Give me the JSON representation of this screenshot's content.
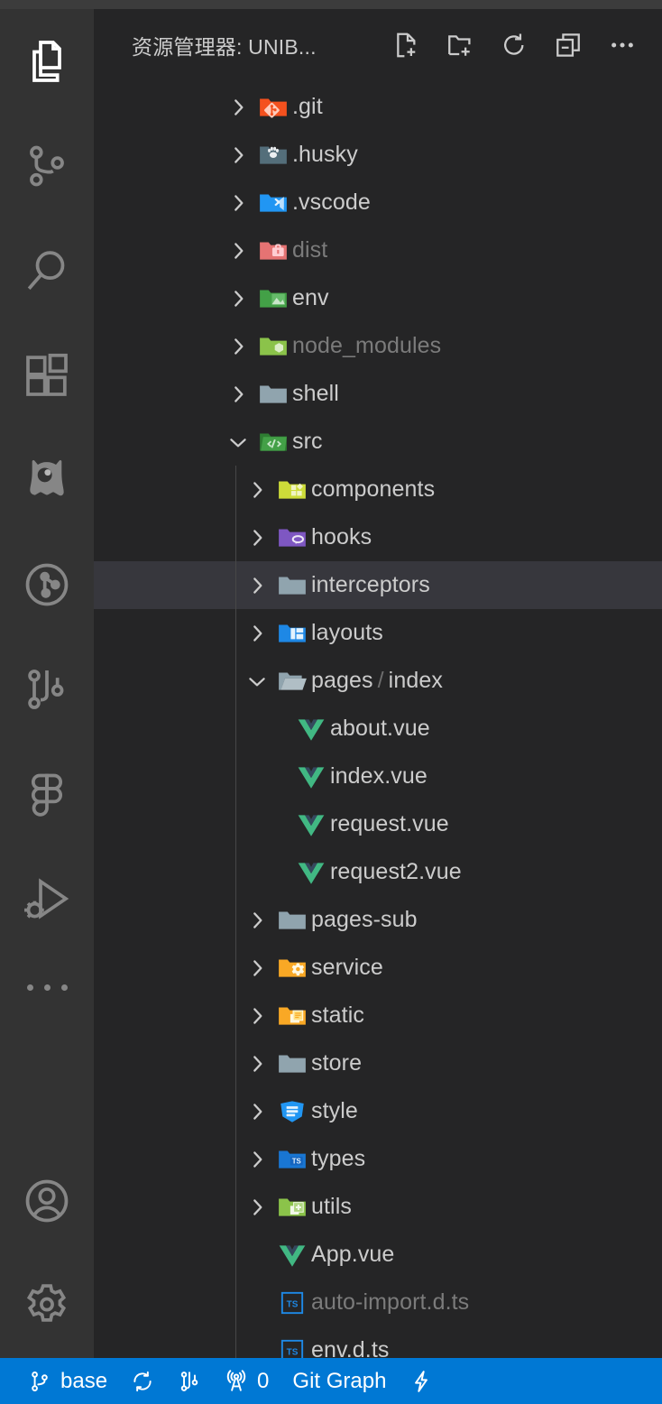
{
  "window": {
    "titlebar_color": "#3c3c3c"
  },
  "theme": {
    "activitybar_bg": "#333333",
    "sidebar_bg": "#252526",
    "selected_row_bg": "#37373d",
    "statusbar_bg": "#0078d4",
    "text": "#cccccc",
    "text_dim": "#7b7b7b",
    "icon_inactive": "#868686",
    "icon_active": "#ffffff"
  },
  "activitybar": {
    "items": [
      {
        "name": "explorer",
        "icon": "files-icon",
        "active": true,
        "label": "资源管理器"
      },
      {
        "name": "source-control",
        "icon": "source-control-icon",
        "active": false,
        "label": "源代码管理"
      },
      {
        "name": "search",
        "icon": "search-icon",
        "active": false,
        "label": "搜索"
      },
      {
        "name": "extensions",
        "icon": "extensions-icon",
        "active": false,
        "label": "扩展"
      },
      {
        "name": "codeium",
        "icon": "ghost-icon",
        "active": false,
        "label": "Codeium"
      },
      {
        "name": "git-graph",
        "icon": "git-network-circle-icon",
        "active": false,
        "label": "Git Graph"
      },
      {
        "name": "git-compare",
        "icon": "git-compare-icon",
        "active": false,
        "label": "Git Compare"
      },
      {
        "name": "figma",
        "icon": "figma-icon",
        "active": false,
        "label": "Figma"
      },
      {
        "name": "run-and-debug",
        "icon": "run-debug-icon",
        "active": false,
        "label": "运行和调试"
      }
    ],
    "more_label": "其他视图",
    "bottom_items": [
      {
        "name": "accounts",
        "icon": "account-icon",
        "label": "账户"
      },
      {
        "name": "settings",
        "icon": "gear-icon",
        "label": "管理"
      }
    ]
  },
  "explorer": {
    "title": "资源管理器: UNIB...",
    "actions": [
      {
        "name": "new-file",
        "icon": "new-file-icon",
        "tooltip": "新建文件"
      },
      {
        "name": "new-folder",
        "icon": "new-folder-icon",
        "tooltip": "新建文件夹"
      },
      {
        "name": "refresh",
        "icon": "refresh-icon",
        "tooltip": "刷新资源管理器"
      },
      {
        "name": "collapse-all",
        "icon": "collapse-all-icon",
        "tooltip": "在资源管理器中折叠文件夹"
      },
      {
        "name": "views-and-more",
        "icon": "ellipsis-icon",
        "tooltip": "视图和更多操作..."
      }
    ]
  },
  "tree": {
    "rows": [
      {
        "name": ".git",
        "type": "folder",
        "icon": "folder-git",
        "depth": 0,
        "twisty": "collapsed",
        "dim": false
      },
      {
        "name": ".husky",
        "type": "folder",
        "icon": "folder-husky",
        "depth": 0,
        "twisty": "collapsed",
        "dim": false
      },
      {
        "name": ".vscode",
        "type": "folder",
        "icon": "folder-vscode",
        "depth": 0,
        "twisty": "collapsed",
        "dim": false
      },
      {
        "name": "dist",
        "type": "folder",
        "icon": "folder-dist",
        "depth": 0,
        "twisty": "collapsed",
        "dim": true
      },
      {
        "name": "env",
        "type": "folder",
        "icon": "folder-env",
        "depth": 0,
        "twisty": "collapsed",
        "dim": false
      },
      {
        "name": "node_modules",
        "type": "folder",
        "icon": "folder-node",
        "depth": 0,
        "twisty": "collapsed",
        "dim": true
      },
      {
        "name": "shell",
        "type": "folder",
        "icon": "folder-plain",
        "depth": 0,
        "twisty": "collapsed",
        "dim": false
      },
      {
        "name": "src",
        "type": "folder",
        "icon": "folder-src",
        "depth": 0,
        "twisty": "expanded",
        "dim": false
      },
      {
        "name": "components",
        "type": "folder",
        "icon": "folder-components",
        "depth": 1,
        "twisty": "collapsed",
        "dim": false
      },
      {
        "name": "hooks",
        "type": "folder",
        "icon": "folder-hooks",
        "depth": 1,
        "twisty": "collapsed",
        "dim": false
      },
      {
        "name": "interceptors",
        "type": "folder",
        "icon": "folder-plain",
        "depth": 1,
        "twisty": "collapsed",
        "dim": false,
        "selected": true
      },
      {
        "name": "layouts",
        "type": "folder",
        "icon": "folder-layouts",
        "depth": 1,
        "twisty": "collapsed",
        "dim": false
      },
      {
        "name": "pages",
        "type": "folder",
        "icon": "folder-open-plain",
        "depth": 1,
        "twisty": "expanded",
        "dim": false,
        "compact_suffix": "index"
      },
      {
        "name": "about.vue",
        "type": "file",
        "icon": "file-vue",
        "depth": 2,
        "twisty": "none",
        "dim": false
      },
      {
        "name": "index.vue",
        "type": "file",
        "icon": "file-vue",
        "depth": 2,
        "twisty": "none",
        "dim": false
      },
      {
        "name": "request.vue",
        "type": "file",
        "icon": "file-vue",
        "depth": 2,
        "twisty": "none",
        "dim": false
      },
      {
        "name": "request2.vue",
        "type": "file",
        "icon": "file-vue",
        "depth": 2,
        "twisty": "none",
        "dim": false
      },
      {
        "name": "pages-sub",
        "type": "folder",
        "icon": "folder-plain",
        "depth": 1,
        "twisty": "collapsed",
        "dim": false
      },
      {
        "name": "service",
        "type": "folder",
        "icon": "folder-service",
        "depth": 1,
        "twisty": "collapsed",
        "dim": false
      },
      {
        "name": "static",
        "type": "folder",
        "icon": "folder-static",
        "depth": 1,
        "twisty": "collapsed",
        "dim": false
      },
      {
        "name": "store",
        "type": "folder",
        "icon": "folder-plain",
        "depth": 1,
        "twisty": "collapsed",
        "dim": false
      },
      {
        "name": "style",
        "type": "folder",
        "icon": "folder-style",
        "depth": 1,
        "twisty": "collapsed",
        "dim": false
      },
      {
        "name": "types",
        "type": "folder",
        "icon": "folder-types",
        "depth": 1,
        "twisty": "collapsed",
        "dim": false
      },
      {
        "name": "utils",
        "type": "folder",
        "icon": "folder-utils",
        "depth": 1,
        "twisty": "collapsed",
        "dim": false
      },
      {
        "name": "App.vue",
        "type": "file",
        "icon": "file-vue",
        "depth": 1,
        "twisty": "none",
        "dim": false
      },
      {
        "name": "auto-import.d.ts",
        "type": "file",
        "icon": "file-dts",
        "depth": 1,
        "twisty": "none",
        "dim": true
      },
      {
        "name": "env.d.ts",
        "type": "file",
        "icon": "file-dts",
        "depth": 1,
        "twisty": "none",
        "dim": false
      }
    ]
  },
  "statusbar": {
    "items": [
      {
        "name": "branch",
        "icon": "git-branch-icon",
        "text": "base"
      },
      {
        "name": "sync",
        "icon": "sync-icon",
        "text": ""
      },
      {
        "name": "git-compare",
        "icon": "git-compare-icon",
        "text": ""
      },
      {
        "name": "remote-ports",
        "icon": "radio-tower-icon",
        "text": "0"
      },
      {
        "name": "git-graph",
        "icon": "",
        "text": "Git Graph"
      },
      {
        "name": "zap",
        "icon": "zap-icon",
        "text": ""
      }
    ]
  }
}
